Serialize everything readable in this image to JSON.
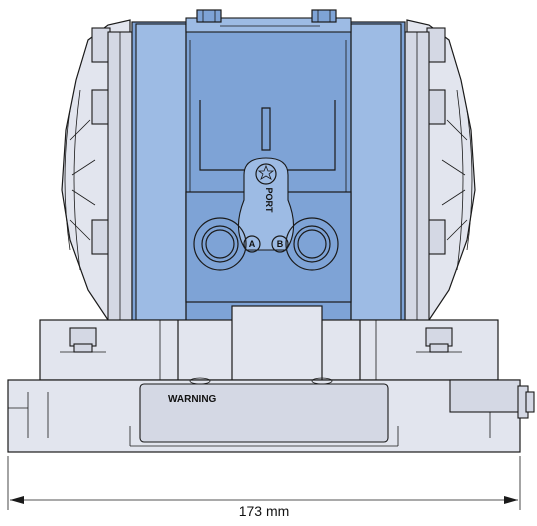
{
  "drawing": {
    "warning_label": "WARNING",
    "port_label": "PORT",
    "port_a_label": "A",
    "port_b_label": "B",
    "dimension_label": "173 mm"
  },
  "colors": {
    "body_blue": "#7ea3d6",
    "body_grey": "#e2e5ee",
    "line": "#1a1a1a"
  }
}
